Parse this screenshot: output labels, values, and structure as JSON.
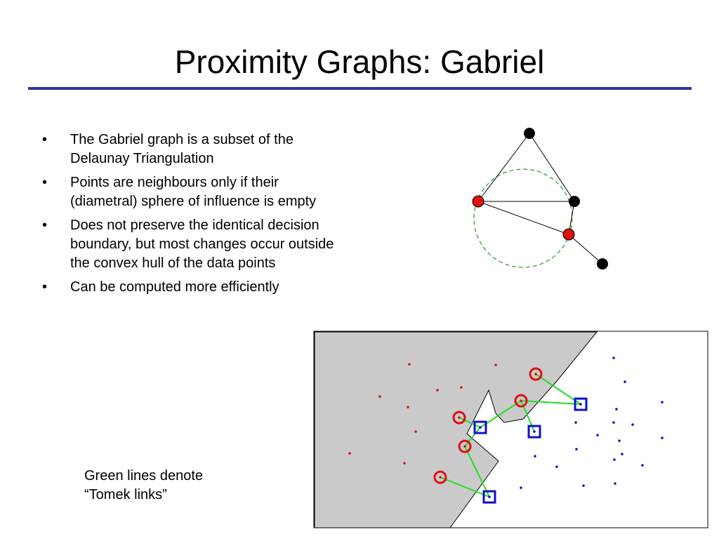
{
  "slide": {
    "title": "Proximity Graphs: Gabriel",
    "bullet_symbol": "•",
    "bullets": [
      "The Gabriel graph is a subset of the Delaunay Triangulation",
      "Points are neighbours only if their (diametral) sphere of influence is empty",
      "Does not preserve the identical decision boundary, but most changes occur outside the convex hull of the data points",
      "Can be computed more efficiently"
    ],
    "caption_lines": [
      "Green lines denote",
      "“Tomek links”"
    ]
  },
  "colors": {
    "accent_rule": "#2f3699",
    "red_point": "#dd1111",
    "blue_point": "#1010cc",
    "tomek_link": "#22dd22",
    "region_fill": "#cacaca",
    "circle_dashed": "#2a9a2a"
  }
}
